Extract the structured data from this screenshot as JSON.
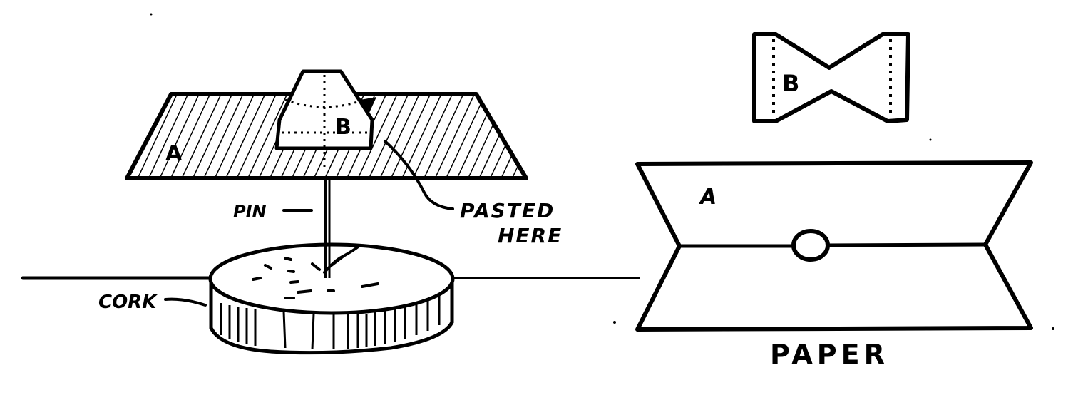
{
  "colors": {
    "ink": "#000000",
    "paper": "#ffffff"
  },
  "left_figure": {
    "plate_label": "A",
    "tab_label": "B",
    "pin_label": "PIN",
    "pasted_label_line1": "PASTED",
    "pasted_label_line2": "HERE",
    "cork_label": "CORK"
  },
  "right_figure": {
    "bowtie_label": "B",
    "sheet_label": "A",
    "caption": "PAPER"
  }
}
